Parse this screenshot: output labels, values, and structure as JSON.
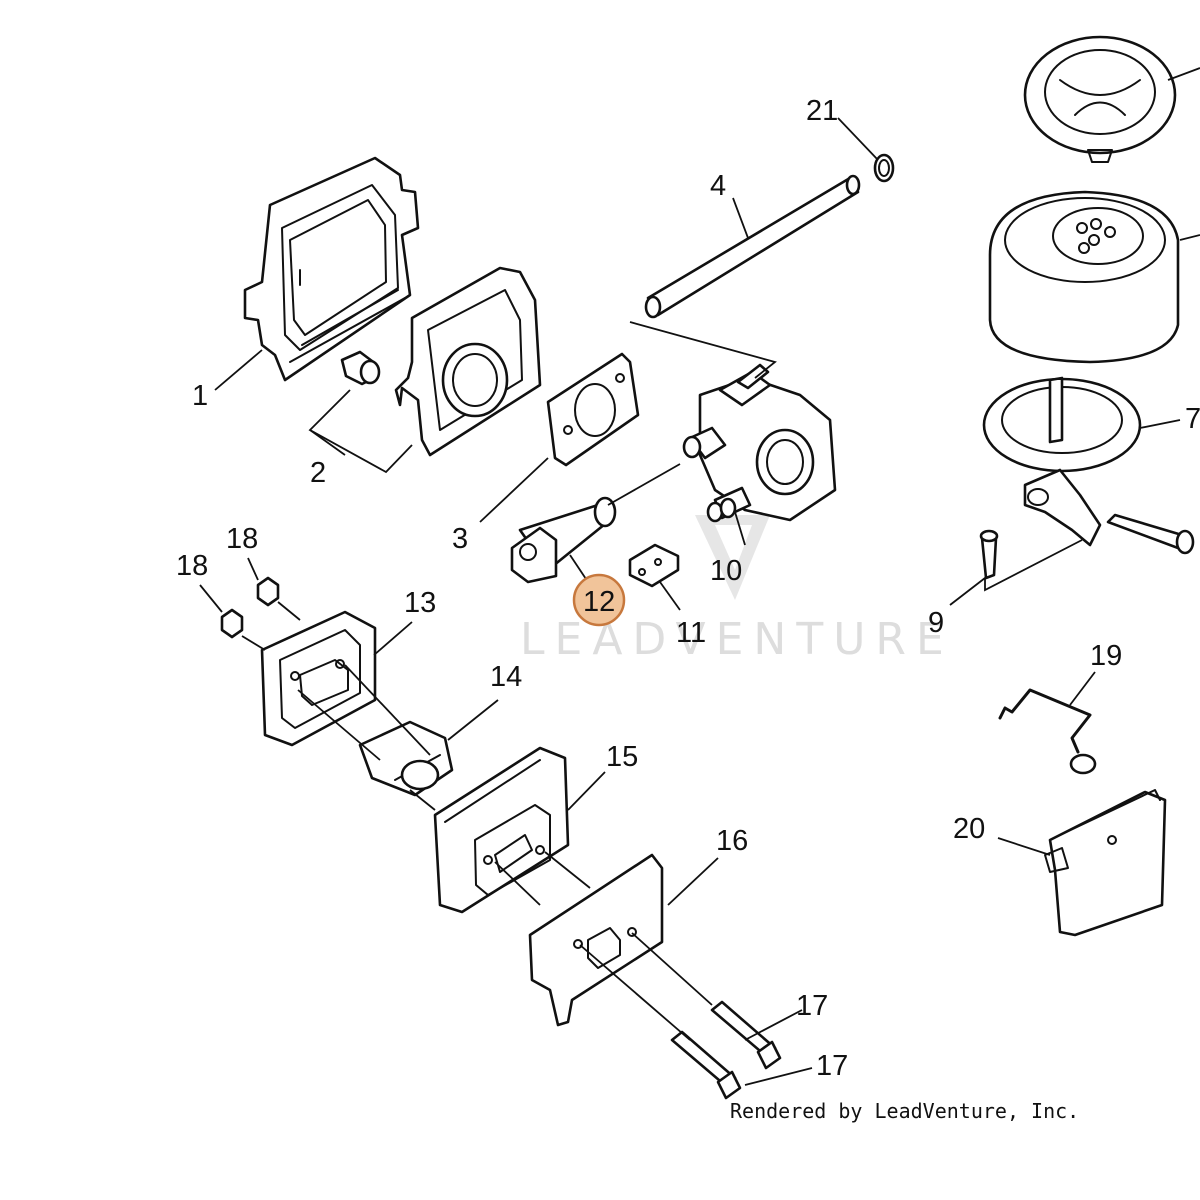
{
  "callouts": {
    "c1": "1",
    "c2": "2",
    "c3": "3",
    "c4": "4",
    "c7": "7",
    "c9": "9",
    "c10": "10",
    "c11": "11",
    "c12": "12",
    "c13": "13",
    "c14": "14",
    "c15": "15",
    "c16": "16",
    "c17a": "17",
    "c17b": "17",
    "c18a": "18",
    "c18b": "18",
    "c19": "19",
    "c20": "20",
    "c21": "21"
  },
  "highlight": {
    "part": "12",
    "fill_color": "#f1c49a",
    "stroke_color": "#c7783d"
  },
  "watermark": "LEADVENTURE",
  "credit": "Rendered by LeadVenture, Inc."
}
